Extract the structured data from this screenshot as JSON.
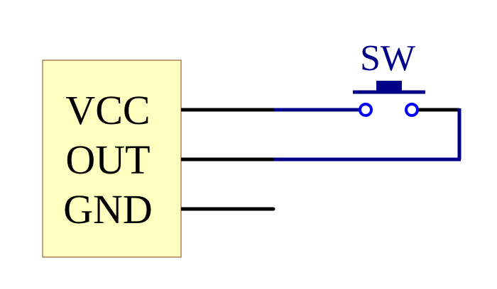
{
  "schematic": {
    "component": {
      "pins": [
        {
          "label": "VCC"
        },
        {
          "label": "OUT"
        },
        {
          "label": "GND"
        }
      ]
    },
    "switch": {
      "label": "SW"
    }
  },
  "colors": {
    "box_fill": "#ffffbf",
    "box_border": "#b07f5a",
    "text": "#000000",
    "wire_black": "#000000",
    "wire_blue": "#000088",
    "switch_label": "#000088",
    "switch_pin": "#0000ff"
  }
}
